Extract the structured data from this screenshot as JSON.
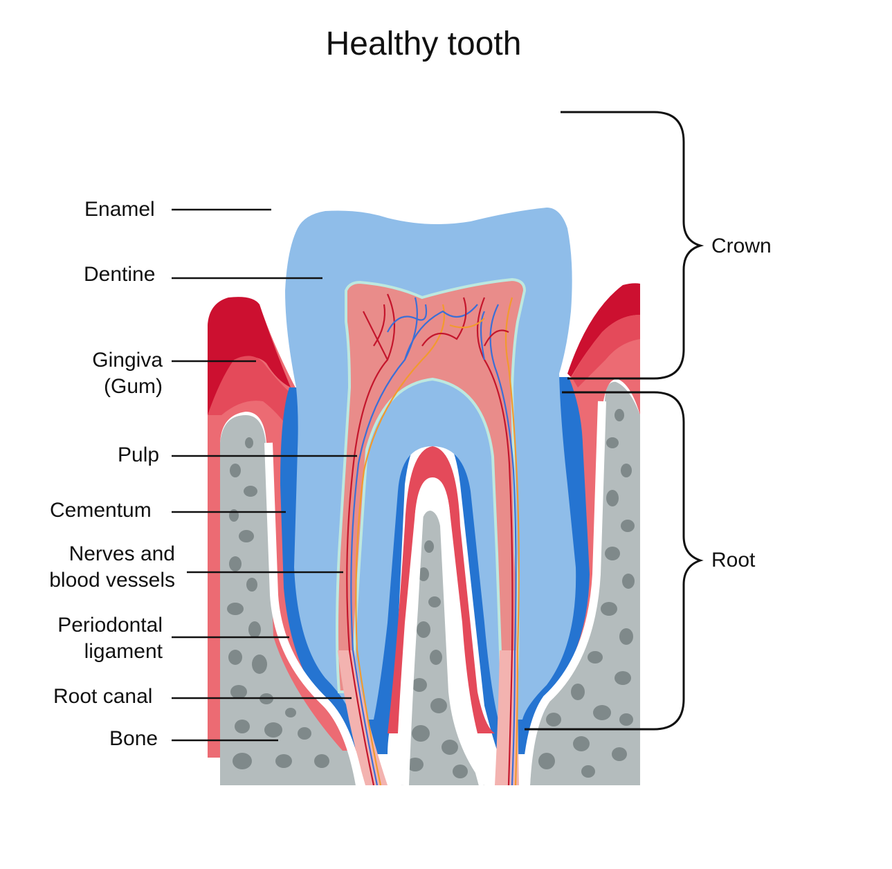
{
  "title": "Healthy tooth",
  "labels": {
    "enamel": "Enamel",
    "dentine": "Dentine",
    "gingiva_line1": "Gingiva",
    "gingiva_line2": "(Gum)",
    "pulp": "Pulp",
    "cementum": "Cementum",
    "nerves_line1": "Nerves and",
    "nerves_line2": "blood vessels",
    "periodontal_line1": "Periodontal",
    "periodontal_line2": "ligament",
    "root_canal": "Root canal",
    "bone": "Bone",
    "crown": "Crown",
    "root": "Root"
  },
  "colors": {
    "gum_dark": "#cc1030",
    "gum_mid": "#e44a5a",
    "gum_light": "#ec6b73",
    "dentine": "#8fbde9",
    "cementum": "#2574d1",
    "pulp": "#e98c8a",
    "pulp_border": "#bde8df",
    "bone": "#b4bcbd",
    "bone_holes": "#7f898a",
    "root_canal": "#f3b3b0",
    "nerve_red": "#c4162c",
    "nerve_blue": "#3b6fd6",
    "nerve_orange": "#f29a2e"
  }
}
